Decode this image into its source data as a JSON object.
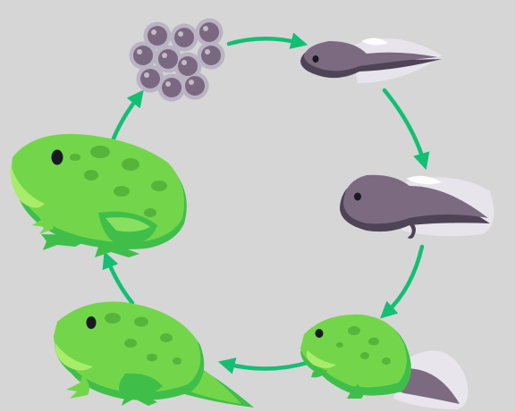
{
  "colors": {
    "background": "#d6d6d6",
    "arrow": "#12bf73",
    "egg": "#7a6880",
    "egg_shadow": "#b9b3c4",
    "tadpole_body": "#7b6a80",
    "tadpole_dark": "#4f4356",
    "tadpole_tail_glow": "#ece9f2",
    "frog_green": "#73d64a",
    "frog_dark_green": "#3fbf4a",
    "frog_spots": "#56b43a",
    "frog_belly": "#a8ec6a",
    "eye": "#1a1a22"
  },
  "stages": [
    {
      "id": "eggs",
      "icon": "frog-eggs-icon"
    },
    {
      "id": "tadpole",
      "icon": "tadpole-icon"
    },
    {
      "id": "tadpole-with-legs",
      "icon": "tadpole-with-legs-icon"
    },
    {
      "id": "froglet",
      "icon": "froglet-icon"
    },
    {
      "id": "young-frog",
      "icon": "young-frog-icon"
    },
    {
      "id": "adult-frog",
      "icon": "adult-frog-icon"
    }
  ],
  "arrows": [
    {
      "from": "eggs",
      "to": "tadpole"
    },
    {
      "from": "tadpole",
      "to": "tadpole-with-legs"
    },
    {
      "from": "tadpole-with-legs",
      "to": "froglet"
    },
    {
      "from": "froglet",
      "to": "young-frog"
    },
    {
      "from": "young-frog",
      "to": "adult-frog"
    },
    {
      "from": "adult-frog",
      "to": "eggs"
    }
  ]
}
